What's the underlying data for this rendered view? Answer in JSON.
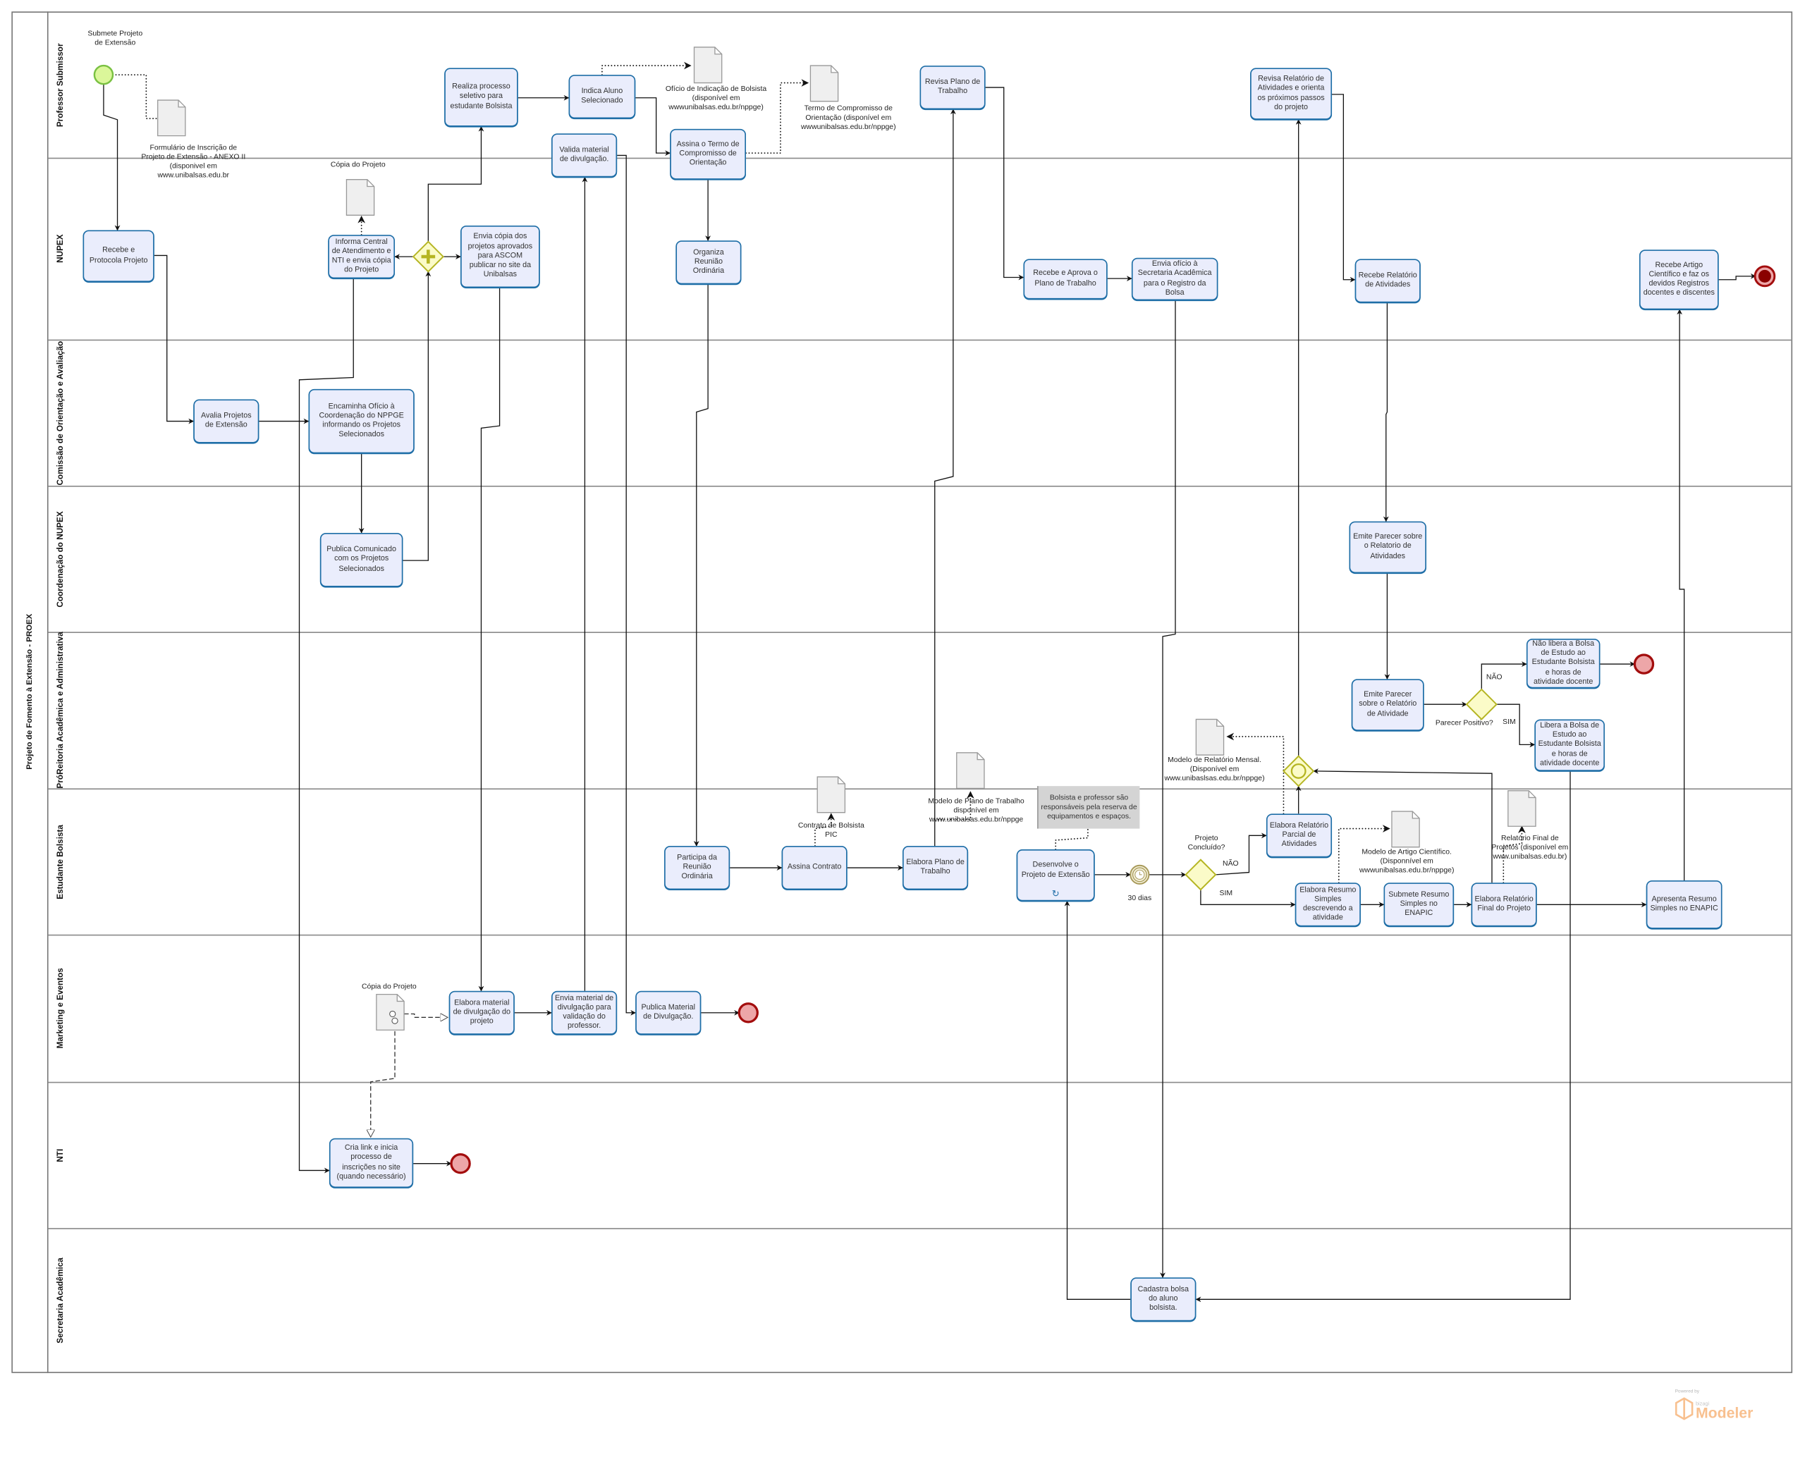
{
  "pool": {
    "title": "Projeto de Fomento à Extensão - PROEX"
  },
  "lanes": [
    "Professor Submissor",
    "NUPEX",
    "Comissão de Orientação e Avaliação",
    "Coordenação do NUPEX",
    "PróReitoria Acadêmica e Administrativa",
    "Estudante Bolsista",
    "Marketing e Eventos",
    "NTI",
    "Secretaria Acadêmica"
  ],
  "tasks": {
    "recebe_protocola": "Recebe e Protocola Projeto",
    "realiza_processo": "Realiza processo seletivo para estudante Bolsista",
    "indica_aluno": "Indica Aluno Selecionado",
    "valida_material": "Valida material de divulgação.",
    "assina_termo": "Assina o Termo de Compromisso de Orientação",
    "revisa_plano": "Revisa Plano de Trabalho",
    "revisa_relatorio": "Revisa Relatório de Atividades e orienta os próximos passos do projeto",
    "informa_central": "Informa Central de Atendimento e NTI e envia cópia do Projeto",
    "envia_copia": "Envia cópia dos projetos aprovados para ASCOM publicar no site da Unibalsas",
    "organiza_reuniao": "Organiza Reunião Ordinária",
    "recebe_aprova_plano": "Recebe e Aprova o Plano de Trabalho",
    "envia_oficio": "Envia ofício à Secretaria Acadêmica para o Registro da Bolsa",
    "recebe_relatorio": "Recebe Relatório de Atividades",
    "recebe_artigo": "Recebe Artigo Científico e faz os devidos Registros docentes e discentes",
    "avalia_projetos": "Avalia Projetos de Extensão",
    "encaminha_oficio": "Encaminha Ofício à Coordenação do NPPGE informando os Projetos Selecionados",
    "publica_comunicado": "Publica Comunicado com os Projetos Selecionados",
    "emite_parecer_coord": "Emite Parecer sobre o Relatorio de Atividades",
    "emite_parecer_pro": "Emite Parecer sobre o Relatório de Atividade",
    "nao_libera": "Não libera a Bolsa de Estudo ao Estudante Bolsista e horas de atividade docente",
    "libera": "Libera a Bolsa de Estudo ao Estudante Bolsista e horas de atividade docente",
    "participa_reuniao": "Participa da Reunião Ordinária",
    "assina_contrato": "Assina Contrato",
    "elabora_plano": "Elabora Plano de Trabalho",
    "desenvolve_projeto": "Desenvolve o Projeto de Extensão",
    "elabora_relatorio_parcial": "Elabora Relatório Parcial de Atividades",
    "elabora_resumo": "Elabora Resumo Simples descrevendo a atividade",
    "submete_resumo": "Submete Resumo Simples no ENAPIC",
    "elabora_relatorio_final": "Elabora Relatório Final do Projeto",
    "apresenta_resumo": "Apresenta Resumo Simples no ENAPIC",
    "elabora_material": "Elabora material de divulgação do projeto",
    "envia_material": "Envia material de divulgação para validação do professor.",
    "publica_material": "Publica Material de Divulgação.",
    "cria_link": "Cria link e inicia processo de inscrições no site (quando necessário)",
    "cadastra_bolsa": "Cadastra bolsa do aluno bolsista."
  },
  "events": {
    "start_label": "Submete Projeto\nde Extensão",
    "timer_label": "30 dias"
  },
  "gateways": {
    "projeto_concluido": "Projeto\nConcluído?",
    "parecer_positivo": "Parecer Positivo?"
  },
  "flow_labels": {
    "nao_concluido": "NÃO",
    "sim_concluido": "SIM",
    "nao_parecer": "NÃO",
    "sim_parecer": "SIM"
  },
  "documents": {
    "formulario": "Formulário de Inscrição de\nProjeto de Extensão - ANEXO II\n(disponivel em\nwww.unibalsas.edu.br",
    "oficio_indicacao": "Ofício de Indicação de Bolsista\n(disponível em\nwwwunibalsas.edu.br/nppge)",
    "termo_compromisso": "Termo de Compromisso de\nOrientação (disponível em\nwwwunibalsas.edu.br/nppge)",
    "copia_projeto_nupex": "Cópia do Projeto",
    "contrato_bolsista": "Contrato de Bolsista\nPIC",
    "modelo_plano": "Modelo de Plano de Trabalho\ndisponível em\nwww.unibalsas.edu.br/nppge",
    "modelo_relatorio_mensal": "Modelo de Relatório Mensal.\n(Disponível em\nwww.unibaslsas.edu.br/nppge)",
    "modelo_artigo": "Modelo de Artigo Científico.\n(Disponnível em\nwwwunibalsas.edu.br/nppge)",
    "relatorio_final": "Relatório Final de\nProjetos (disponível em\nwww.unibalsas.edu.br)",
    "copia_projeto_marketing": "Cópia do Projeto"
  },
  "annotation": "Bolsista e professor são responsáveis pela reserva de equipamentos e espaços.",
  "branding": {
    "powered_by": "Powered by",
    "vendor": "bizagi",
    "product": "Modeler"
  },
  "colors": {
    "task_border": "#1e6ea7",
    "task_fill": "#eaedfc",
    "gateway_fill": "#fbfbc8",
    "gateway_stroke": "#b5b522",
    "start_fill": "#dbf79a",
    "start_stroke": "#7ac142",
    "end_fill": "#eda6a8",
    "end_stroke": "#a30d0d",
    "annotation_fill": "#d4d4d4",
    "brand": "#f7b57c"
  }
}
